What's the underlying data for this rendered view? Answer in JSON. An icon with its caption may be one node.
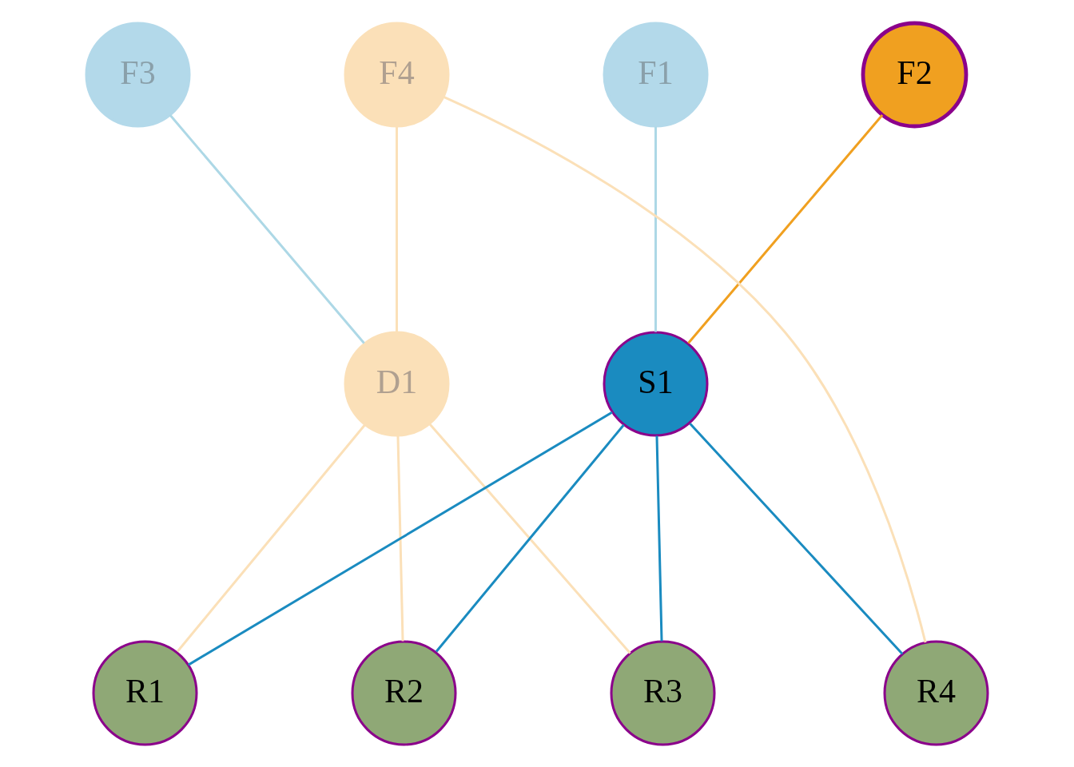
{
  "diagram": {
    "nodes": [
      {
        "text": [
          "F3"
        ]
      },
      {
        "text": [
          "F1"
        ]
      },
      {
        "text": [
          "F2"
        ]
      },
      {
        "text": [
          "F4"
        ]
      },
      {
        "text": [
          "D1"
        ]
      },
      {
        "text": [
          "S1"
        ]
      },
      {
        "text": [
          "R1"
        ]
      },
      {
        "text": [
          "R2"
        ]
      },
      {
        "text": [
          "R3"
        ]
      },
      {
        "text": [
          "R4"
        ]
      }
    ],
    "edges": [
      {
        "from": 0,
        "to": 4,
        "arrow": "none",
        "color": "#add8e6"
      },
      {
        "from": 3,
        "to": 4,
        "arrow": "none"
      },
      {
        "from": 1,
        "to": 5,
        "arrow": "none",
        "color": "#add8e6"
      },
      {
        "from": 2,
        "to": 5,
        "arrow": "none",
        "color": "#f0a020"
      },
      {
        "from": 4,
        "to": 6,
        "arrow": "none"
      },
      {
        "from": 4,
        "to": 7,
        "arrow": "none"
      },
      {
        "from": 4,
        "to": 8,
        "arrow": "none"
      },
      {
        "from": 5,
        "to": 6,
        "arrow": "none",
        "color": "#1a8bc0"
      },
      {
        "from": 5,
        "to": 7,
        "arrow": "none",
        "color": "#1a8bc0"
      },
      {
        "from": 5,
        "to": 8,
        "arrow": "none",
        "color": "#1a8bc0"
      },
      {
        "from": 5,
        "to": 9,
        "arrow": "none",
        "color": "#1a8bc0"
      },
      {
        "from": 3,
        "to": 9,
        "arrow": "none"
      }
    ]
  }
}
